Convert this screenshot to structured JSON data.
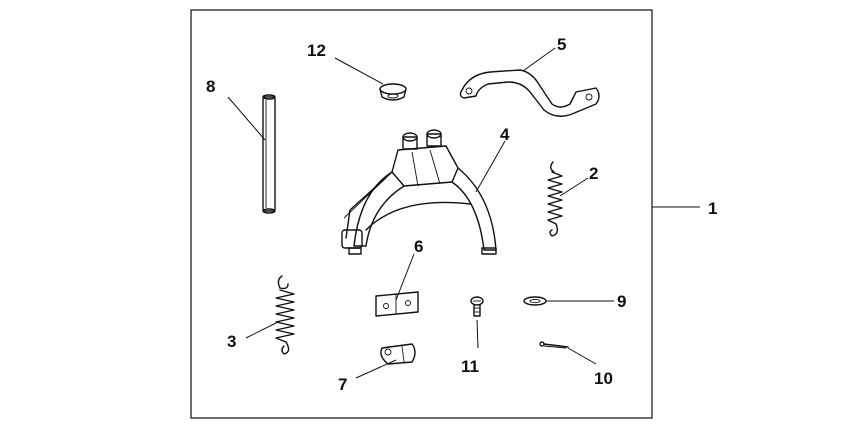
{
  "diagram": {
    "frame_label": "1",
    "parts": [
      {
        "key": "p2",
        "label": "2",
        "name": "spring-small"
      },
      {
        "key": "p3",
        "label": "3",
        "name": "spring-large"
      },
      {
        "key": "p4",
        "label": "4",
        "name": "main-stand"
      },
      {
        "key": "p5",
        "label": "5",
        "name": "bracket-arm"
      },
      {
        "key": "p6",
        "label": "6",
        "name": "clip-bracket"
      },
      {
        "key": "p7",
        "label": "7",
        "name": "clamp"
      },
      {
        "key": "p8",
        "label": "8",
        "name": "pivot-pipe"
      },
      {
        "key": "p9",
        "label": "9",
        "name": "washer"
      },
      {
        "key": "p10",
        "label": "10",
        "name": "cotter-pin"
      },
      {
        "key": "p11",
        "label": "11",
        "name": "screw"
      },
      {
        "key": "p12",
        "label": "12",
        "name": "grommet"
      }
    ]
  }
}
